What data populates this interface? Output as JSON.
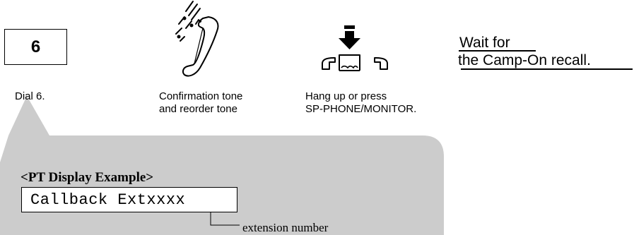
{
  "steps": {
    "dial": {
      "key_label": "6",
      "caption": "Dial 6."
    },
    "tone": {
      "caption_line1": "Confirmation tone",
      "caption_line2": "and reorder tone",
      "icon": "handset-ringing-icon"
    },
    "hangup": {
      "caption_line1": "Hang up or press",
      "caption_line2": "SP-PHONE/MONITOR.",
      "icon": "hang-up-icon"
    },
    "wait": {
      "line1": "Wait for",
      "line2": "the Camp-On recall."
    }
  },
  "display_example": {
    "title": "<PT Display Example>",
    "lcd_text": "Callback Extxxxx",
    "annotation": "extension number",
    "panel_color": "#cccccc"
  }
}
